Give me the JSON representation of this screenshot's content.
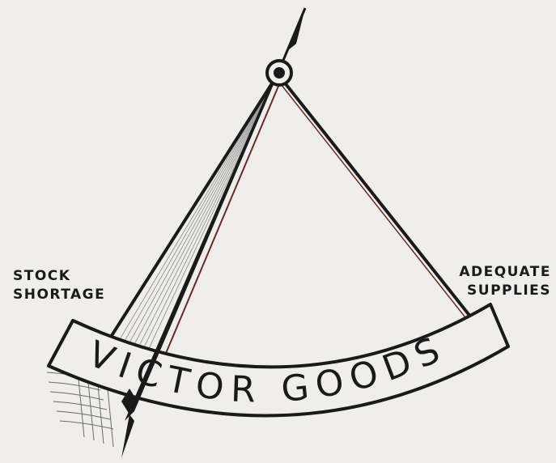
{
  "labels": {
    "left": [
      "STOCK",
      "SHORTAGE"
    ],
    "right": [
      "ADEQUATE",
      "SUPPLIES"
    ]
  },
  "scale_text": "VICTOR GOODS",
  "gauge": {
    "reading_label": "STOCK SHORTAGE",
    "pointer_icon": "arrow-needle-icon",
    "pivot_icon": "pivot-circle-icon"
  },
  "colors": {
    "ink": "#1a1a1a",
    "background": "#efeeea",
    "accent_line": "#6b2a2a",
    "hatching": "#9a9a9a"
  }
}
